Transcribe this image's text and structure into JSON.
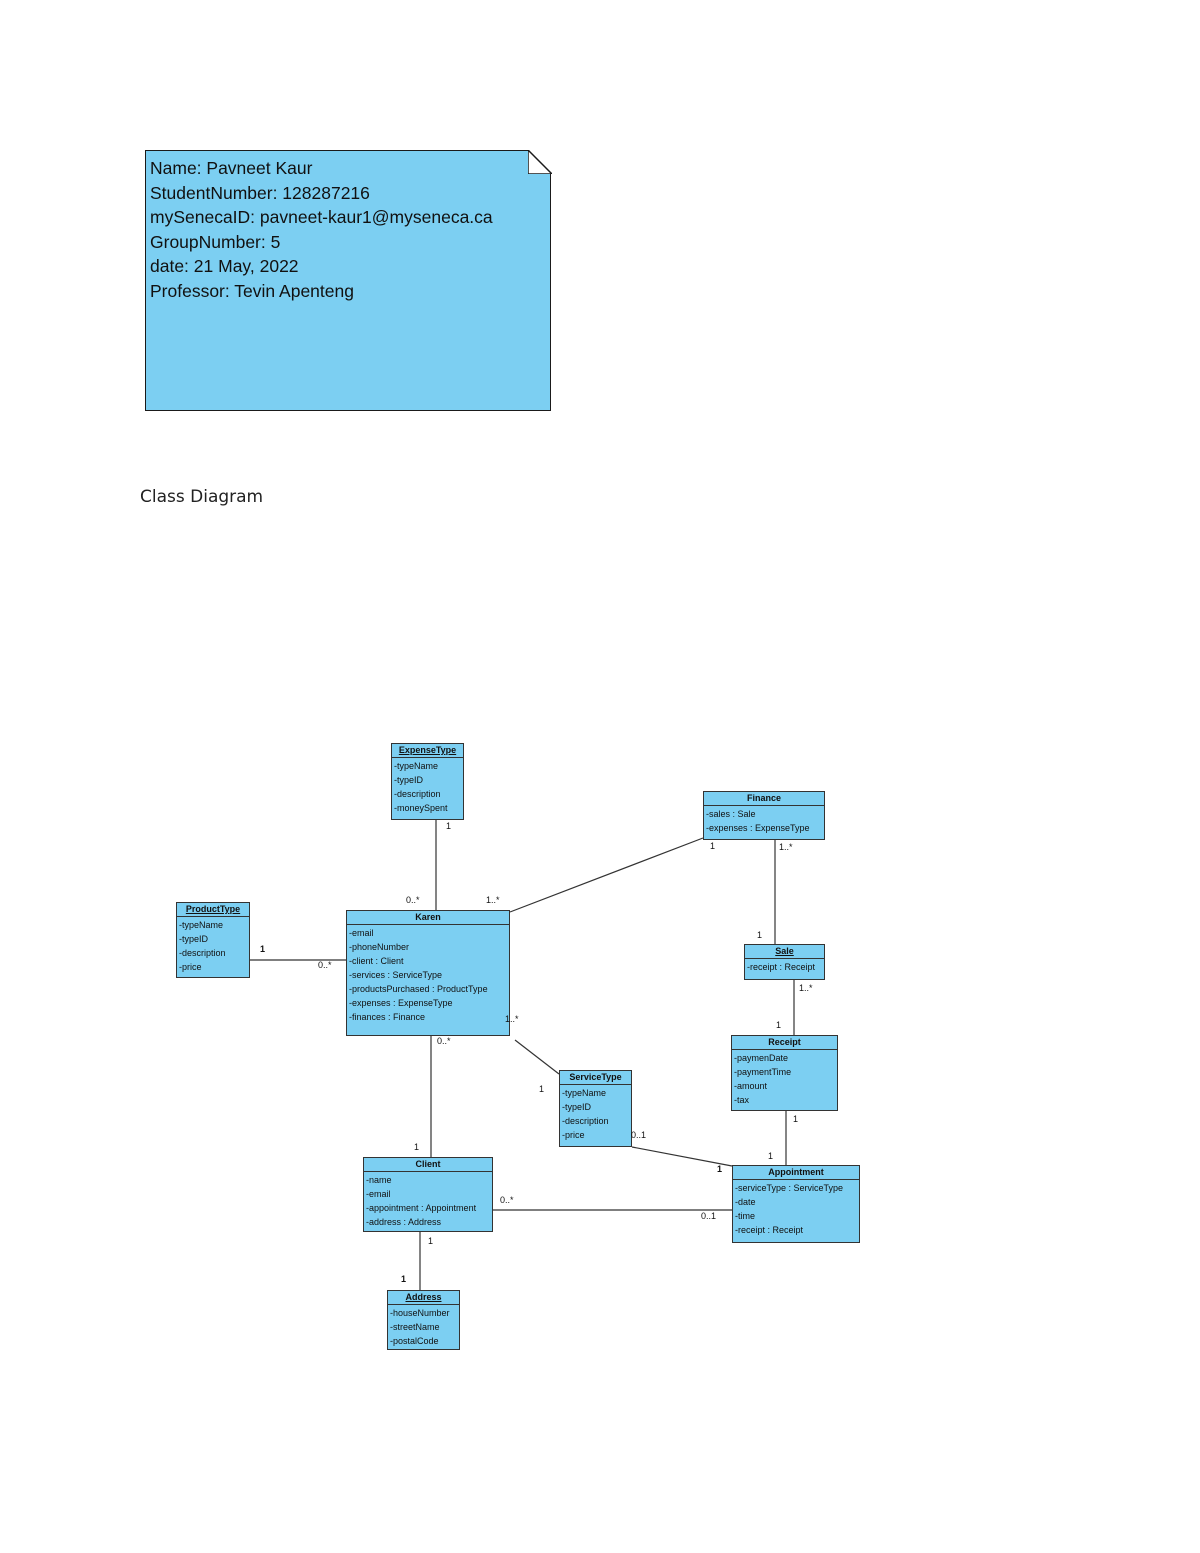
{
  "note": {
    "lines": [
      "Name: Pavneet Kaur",
      "StudentNumber: 128287216",
      "mySenecaID: pavneet-kaur1@myseneca.ca",
      "GroupNumber: 5",
      "date: 21 May, 2022",
      "Professor: Tevin Apenteng"
    ]
  },
  "heading": "Class Diagram",
  "classes": {
    "expense_type": {
      "name": "ExpenseType",
      "attrs": [
        "-typeName",
        "-typeID",
        "-description",
        "-moneySpent"
      ]
    },
    "finance": {
      "name": "Finance",
      "attrs": [
        "-sales : Sale",
        "-expenses : ExpenseType"
      ]
    },
    "product_type": {
      "name": "ProductType",
      "attrs": [
        "-typeName",
        "-typeID",
        "-description",
        "-price"
      ]
    },
    "karen": {
      "name": "Karen",
      "attrs": [
        "-email",
        "-phoneNumber",
        "-client : Client",
        "-services : ServiceType",
        "-productsPurchased : ProductType",
        "-expenses : ExpenseType",
        "-finances : Finance"
      ]
    },
    "sale": {
      "name": "Sale",
      "attrs": [
        "-receipt : Receipt"
      ]
    },
    "receipt": {
      "name": "Receipt",
      "attrs": [
        "-paymenDate",
        "-paymentTime",
        "-amount",
        "-tax"
      ]
    },
    "service_type": {
      "name": "ServiceType",
      "attrs": [
        "-typeName",
        "-typeID",
        "-description",
        "-price"
      ]
    },
    "client": {
      "name": "Client",
      "attrs": [
        "-name",
        "-email",
        "-appointment : Appointment",
        "-address : Address"
      ]
    },
    "appointment": {
      "name": "Appointment",
      "attrs": [
        "-serviceType : ServiceType",
        "-date",
        "-time",
        "-receipt : Receipt"
      ]
    },
    "address": {
      "name": "Address",
      "attrs": [
        "-houseNumber",
        "-streetName",
        "-postalCode"
      ]
    }
  },
  "multiplicities": {
    "expense_end": "1",
    "karen_expense_end": "0..*",
    "karen_finance_end": "1..*",
    "finance_karen_end": "1",
    "finance_sale_end": "1..*",
    "sale_finance_end": "1",
    "product_end": "1",
    "karen_product_end": "0..*",
    "sale_receipt_end": "1..*",
    "receipt_sale_end": "1",
    "karen_service_end": "1..*",
    "service_karen_end": "1",
    "karen_client_end": "0..*",
    "client_karen_end": "1",
    "receipt_appt_end": "1",
    "appt_receipt_end": "1",
    "service_appt_end": "0..1",
    "appt_service_end": "1",
    "client_appt_end": "0..*",
    "appt_client_end": "0..1",
    "client_address_end": "1",
    "address_client_end": "1"
  }
}
